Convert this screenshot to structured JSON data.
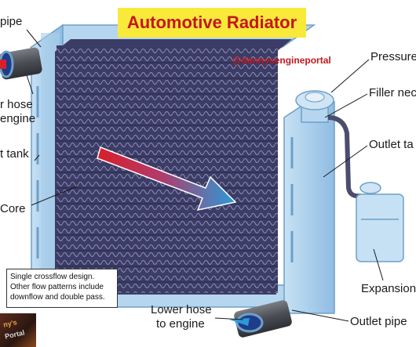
{
  "title": "Automotive Radiator",
  "handle": "@dannysengineportal",
  "labels": {
    "pipe": "pipe",
    "upper_hose_1": "r hose",
    "upper_hose_2": "engine",
    "inlet_tank": "t tank",
    "core": "Core",
    "pressure": "Pressure",
    "filler_neck": "Filler nec",
    "outlet_tank": "Outlet ta",
    "expansion": "Expansion",
    "lower_hose_1": "Lower hose",
    "lower_hose_2": "to engine",
    "outlet_pipe": "Outlet pipe"
  },
  "note": {
    "line1": "Single crossflow design.",
    "line2": "Other flow patterns include",
    "line3": "downflow and double pass."
  },
  "logo": {
    "top": "ny's",
    "bottom": "Portal"
  },
  "colors": {
    "title_bg": "#f9e93a",
    "title_text": "#c4161c",
    "tank": "#a9cdea",
    "core": "#3c3d66",
    "arrow_start": "#d81f2a",
    "arrow_end": "#2a9ad8",
    "hose": "#55585e"
  }
}
